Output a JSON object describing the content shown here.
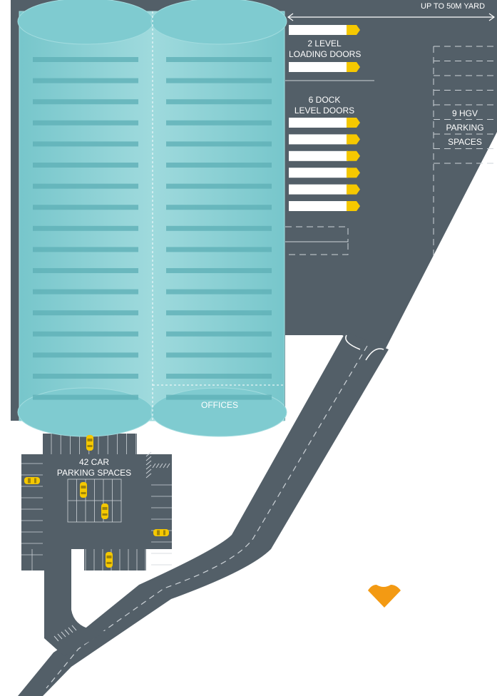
{
  "colors": {
    "yard": "#535f68",
    "road_marking": "#cdd3d8",
    "warehouse_roof": "#7fcbd0",
    "warehouse_roof_light": "#a3dcdf",
    "roof_vent": "#5fb0b6",
    "door": "#ffffff",
    "door_tip": "#f5c800",
    "car": "#f5c800",
    "pin": "#f39a13",
    "label_text": "#ffffff"
  },
  "labels": {
    "yard_depth": "UP TO 50M YARD",
    "level_doors_count": "2 LEVEL",
    "level_doors_type": "LOADING DOORS",
    "dock_doors_count": "6 DOCK",
    "dock_doors_type": "LEVEL DOORS",
    "hgv_count": "9 HGV",
    "hgv_word": "PARKING",
    "hgv_word2": "SPACES",
    "offices": "OFFICES",
    "car_park_count": "42 CAR",
    "car_park_word": "PARKING SPACES"
  },
  "features": {
    "level_loading_doors": 2,
    "dock_level_doors": 6,
    "hgv_spaces_drawn": 9,
    "roof_vent_rows": 17,
    "parked_cars_drawn": 6
  },
  "icons": {
    "location_pin": "location-pin-icon",
    "car": "car-icon",
    "yard_arrow": "double-arrow-icon"
  }
}
